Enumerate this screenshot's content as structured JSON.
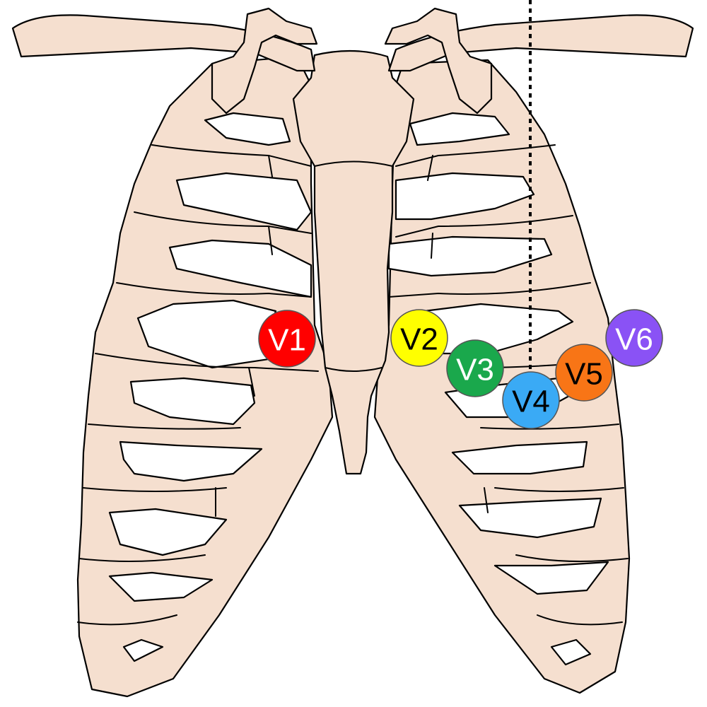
{
  "leads": [
    {
      "label": "V1",
      "color": "#ff0000",
      "text_color": "#ffffff"
    },
    {
      "label": "V2",
      "color": "#ffff00",
      "text_color": "#000000"
    },
    {
      "label": "V3",
      "color": "#1aa84c",
      "text_color": "#ffffff"
    },
    {
      "label": "V4",
      "color": "#3aaaf5",
      "text_color": "#000000"
    },
    {
      "label": "V5",
      "color": "#f87516",
      "text_color": "#000000"
    },
    {
      "label": "V6",
      "color": "#8a52f5",
      "text_color": "#ffffff"
    }
  ],
  "colors": {
    "bone": "#f5dfcf",
    "outline": "#000000",
    "line": "#000000"
  }
}
